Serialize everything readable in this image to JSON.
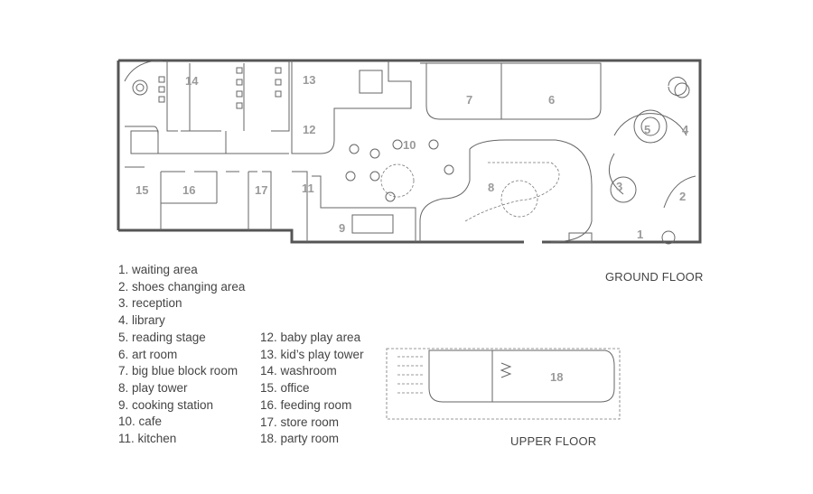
{
  "plans": {
    "ground_floor_label": "GROUND FLOOR",
    "upper_floor_label": "UPPER FLOOR"
  },
  "room_numbers": {
    "r1": "1",
    "r2": "2",
    "r3": "3",
    "r4": "4",
    "r5": "5",
    "r6": "6",
    "r7": "7",
    "r8": "8",
    "r9": "9",
    "r10": "10",
    "r11": "11",
    "r12": "12",
    "r13": "13",
    "r14": "14",
    "r15": "15",
    "r16": "16",
    "r17": "17",
    "r18": "18"
  },
  "legend": {
    "left": [
      "1. waiting area",
      "2. shoes changing area",
      "3. reception",
      "4. library",
      "5. reading stage",
      "6. art room",
      "7. big blue block room",
      "8. play tower",
      "9. cooking station",
      "10. cafe",
      "11. kitchen"
    ],
    "right": [
      "12. baby play area",
      "13. kid’s play tower",
      "14. washroom",
      "15. office",
      "16. feeding room",
      "17. store room",
      "18. party room"
    ]
  }
}
